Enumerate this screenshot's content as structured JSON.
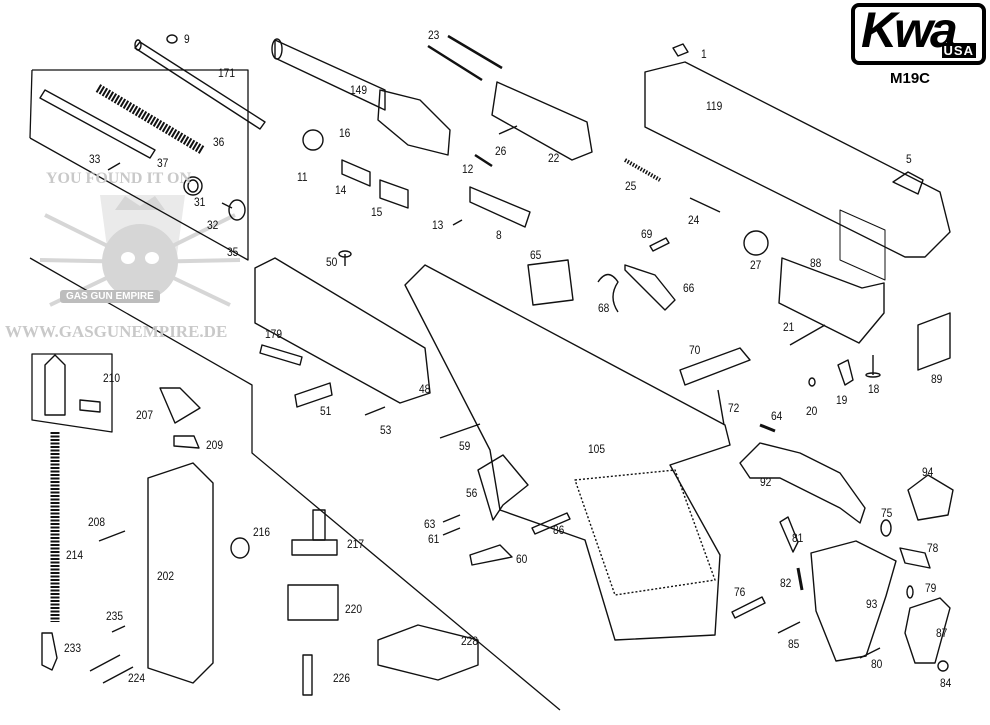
{
  "brand": {
    "logo": "Kwa",
    "logo_sub": "USA",
    "model": "M19C"
  },
  "watermark": {
    "line1": "YOU FOUND IT ON",
    "badge": "GAS GUN EMPIRE",
    "url": "WWW.GASGUNEMPIRE.DE"
  },
  "parts": [
    {
      "id": "1",
      "label": "1"
    },
    {
      "id": "5",
      "label": "5"
    },
    {
      "id": "8",
      "label": "8"
    },
    {
      "id": "9",
      "label": "9"
    },
    {
      "id": "11",
      "label": "11"
    },
    {
      "id": "12",
      "label": "12"
    },
    {
      "id": "13",
      "label": "13"
    },
    {
      "id": "14",
      "label": "14"
    },
    {
      "id": "15",
      "label": "15"
    },
    {
      "id": "16",
      "label": "16"
    },
    {
      "id": "18",
      "label": "18"
    },
    {
      "id": "19",
      "label": "19"
    },
    {
      "id": "20",
      "label": "20"
    },
    {
      "id": "21",
      "label": "21"
    },
    {
      "id": "22",
      "label": "22"
    },
    {
      "id": "23",
      "label": "23"
    },
    {
      "id": "24",
      "label": "24"
    },
    {
      "id": "25",
      "label": "25"
    },
    {
      "id": "26",
      "label": "26"
    },
    {
      "id": "27",
      "label": "27"
    },
    {
      "id": "31",
      "label": "31"
    },
    {
      "id": "32",
      "label": "32"
    },
    {
      "id": "33",
      "label": "33"
    },
    {
      "id": "35",
      "label": "35"
    },
    {
      "id": "36",
      "label": "36"
    },
    {
      "id": "37",
      "label": "37"
    },
    {
      "id": "48",
      "label": "48"
    },
    {
      "id": "50",
      "label": "50"
    },
    {
      "id": "51",
      "label": "51"
    },
    {
      "id": "53",
      "label": "53"
    },
    {
      "id": "56",
      "label": "56"
    },
    {
      "id": "59",
      "label": "59"
    },
    {
      "id": "60",
      "label": "60"
    },
    {
      "id": "61",
      "label": "61"
    },
    {
      "id": "63",
      "label": "63"
    },
    {
      "id": "64",
      "label": "64"
    },
    {
      "id": "65",
      "label": "65"
    },
    {
      "id": "66",
      "label": "66"
    },
    {
      "id": "68",
      "label": "68"
    },
    {
      "id": "69",
      "label": "69"
    },
    {
      "id": "70",
      "label": "70"
    },
    {
      "id": "72",
      "label": "72"
    },
    {
      "id": "75",
      "label": "75"
    },
    {
      "id": "76",
      "label": "76"
    },
    {
      "id": "78",
      "label": "78"
    },
    {
      "id": "79",
      "label": "79"
    },
    {
      "id": "80",
      "label": "80"
    },
    {
      "id": "81",
      "label": "81"
    },
    {
      "id": "82",
      "label": "82"
    },
    {
      "id": "84",
      "label": "84"
    },
    {
      "id": "85",
      "label": "85"
    },
    {
      "id": "86",
      "label": "86"
    },
    {
      "id": "87",
      "label": "87"
    },
    {
      "id": "88",
      "label": "88"
    },
    {
      "id": "89",
      "label": "89"
    },
    {
      "id": "92",
      "label": "92"
    },
    {
      "id": "93",
      "label": "93"
    },
    {
      "id": "94",
      "label": "94"
    },
    {
      "id": "105",
      "label": "105"
    },
    {
      "id": "119",
      "label": "119"
    },
    {
      "id": "149",
      "label": "149"
    },
    {
      "id": "171",
      "label": "171"
    },
    {
      "id": "179",
      "label": "179"
    },
    {
      "id": "202",
      "label": "202"
    },
    {
      "id": "207",
      "label": "207"
    },
    {
      "id": "208",
      "label": "208"
    },
    {
      "id": "209",
      "label": "209"
    },
    {
      "id": "210",
      "label": "210"
    },
    {
      "id": "214",
      "label": "214"
    },
    {
      "id": "216",
      "label": "216"
    },
    {
      "id": "217",
      "label": "217"
    },
    {
      "id": "220",
      "label": "220"
    },
    {
      "id": "224",
      "label": "224"
    },
    {
      "id": "226",
      "label": "226"
    },
    {
      "id": "228",
      "label": "228"
    },
    {
      "id": "233",
      "label": "233"
    },
    {
      "id": "235",
      "label": "235"
    }
  ]
}
